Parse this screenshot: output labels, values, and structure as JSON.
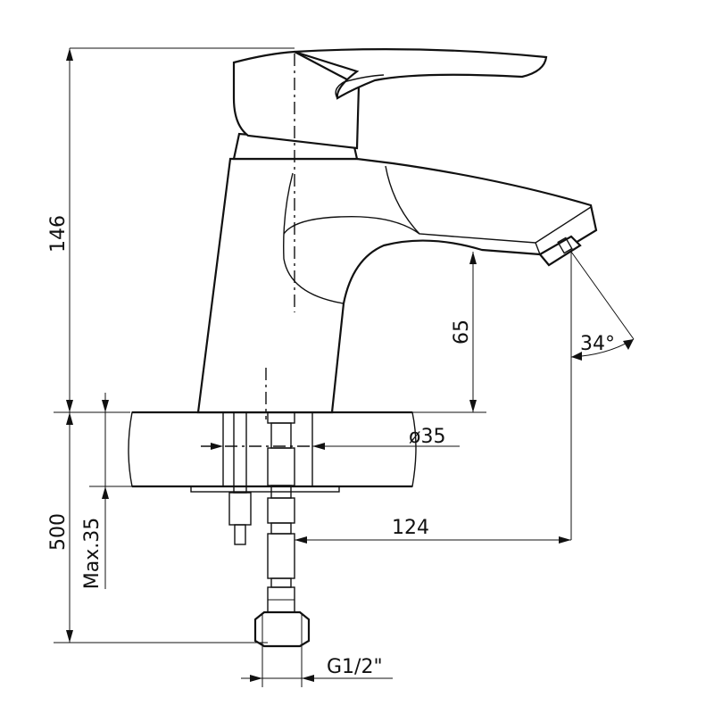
{
  "dimensions": {
    "total_height": "146",
    "spout_height": "65",
    "angle": "34°",
    "hole_diameter": "ø35",
    "max_thickness": "Max.35",
    "hose_length": "500",
    "spout_reach": "124",
    "thread": "G1/2\""
  }
}
